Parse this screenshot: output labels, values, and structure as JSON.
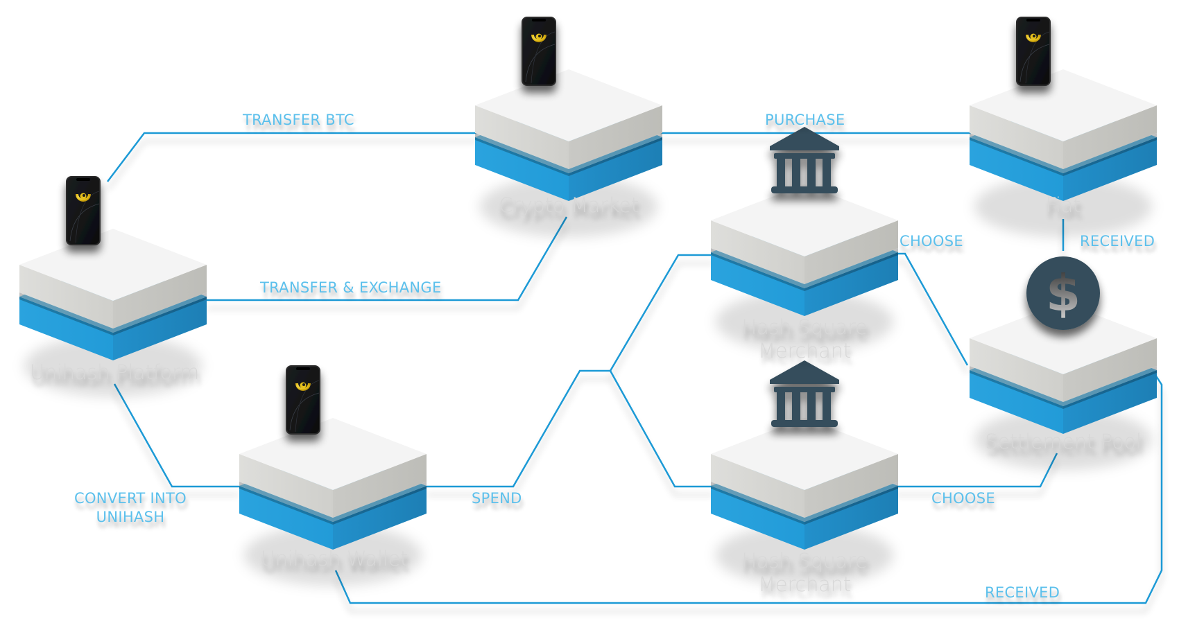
{
  "diagram": {
    "nodes": [
      {
        "id": "unihash-platform",
        "label": "Unihash Platform",
        "icon": "phone-icon"
      },
      {
        "id": "crypto-market",
        "label": "Crypto Market",
        "icon": "phone-icon"
      },
      {
        "id": "fiat",
        "label": "Fiat",
        "icon": "phone-icon"
      },
      {
        "id": "hash-square-merchant-1",
        "label": "Hash Square Merchant",
        "label_lines": [
          "Hash Square",
          "Merchant"
        ],
        "icon": "bank-icon"
      },
      {
        "id": "hash-square-merchant-2",
        "label": "Hash Square Merchant",
        "label_lines": [
          "Hash Square",
          "Merchant"
        ],
        "icon": "bank-icon"
      },
      {
        "id": "settlement-pool",
        "label": "Settlement Pool",
        "icon": "dollar-coin-icon"
      },
      {
        "id": "unihash-wallet",
        "label": "Unihash Wallet",
        "icon": "phone-icon"
      }
    ],
    "edges": [
      {
        "id": "transfer-btc",
        "label": "TRANSFER BTC",
        "from": "unihash-platform",
        "to": "crypto-market"
      },
      {
        "id": "transfer-exchange",
        "label": "TRANSFER & EXCHANGE",
        "from": "unihash-platform",
        "to": "crypto-market"
      },
      {
        "id": "purchase",
        "label": "PURCHASE",
        "from": "crypto-market",
        "to": "fiat"
      },
      {
        "id": "received-fiat",
        "label": "RECEIVED",
        "from": "fiat",
        "to": "settlement-pool"
      },
      {
        "id": "choose-1",
        "label": "CHOOSE",
        "from": "hash-square-merchant-1",
        "to": "settlement-pool"
      },
      {
        "id": "choose-2",
        "label": "CHOOSE",
        "from": "hash-square-merchant-2",
        "to": "settlement-pool"
      },
      {
        "id": "convert",
        "label": "CONVERT INTO UNIHASH",
        "label_lines": [
          "CONVERT INTO",
          "UNIHASH"
        ],
        "from": "unihash-platform",
        "to": "unihash-wallet"
      },
      {
        "id": "spend",
        "label": "SPEND",
        "from": "unihash-wallet",
        "to": "hash-square-merchant"
      },
      {
        "id": "received-wallet",
        "label": "RECEIVED",
        "from": "settlement-pool",
        "to": "unihash-wallet"
      }
    ],
    "colors": {
      "line": "#1e9ad6",
      "edge_label": "#5cc0ec",
      "node_label": "#d8d8d8",
      "slab_top": "#f4f4f4",
      "slab_side_light": "#d6d6d3",
      "slab_side_dark": "#c4c4c0",
      "blue_top": "#7dcdf3",
      "blue_side_light": "#26a0dc",
      "blue_side_dark": "#1f86bd",
      "icon_dark": "#344e5c",
      "phone_body": "#111111",
      "logo_gold": "#e8c21c"
    }
  }
}
